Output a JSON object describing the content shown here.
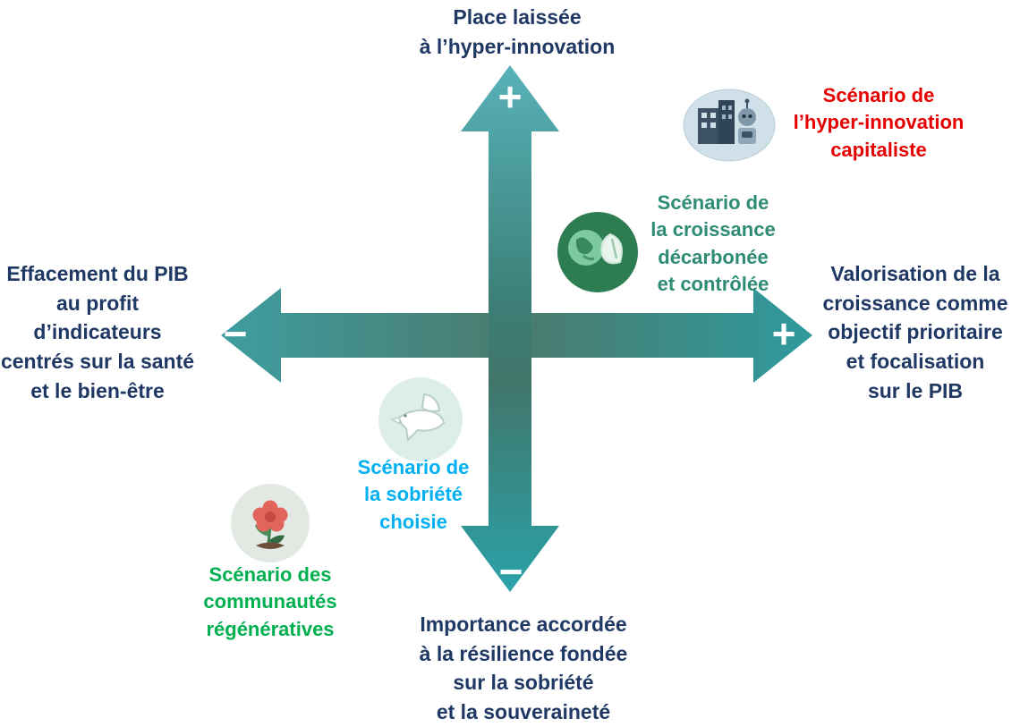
{
  "diagram": {
    "axes": {
      "top": {
        "label": "Place laissée\nà l’hyper-innovation",
        "sign": "+"
      },
      "bottom": {
        "label": "Importance accordée\nà la résilience fondée\nsur la sobriété\net la souveraineté",
        "sign": "−"
      },
      "left": {
        "label": "Effacement du PIB\nau profit\nd’indicateurs\ncentrés sur la santé\net le bien-être",
        "sign": "−"
      },
      "right": {
        "label": "Valorisation de la\ncroissance comme\nobjectif prioritaire\net focalisation\nsur le PIB",
        "sign": "+"
      }
    },
    "scenarios": [
      {
        "id": "hyper-innovation-capitaliste",
        "label": "Scénario de\nl’hyper-innovation\ncapitaliste",
        "color": "#e60000",
        "icon": "factory-robot-icon"
      },
      {
        "id": "croissance-decarbonee",
        "label": "Scénario de\nla croissance\ndécarbonée\net contrôlée",
        "color": "#2e8b74",
        "icon": "earth-leaf-icon"
      },
      {
        "id": "sobriete-choisie",
        "label": "Scénario de\nla sobriété\nchoisie",
        "color": "#00b0f0",
        "icon": "dove-icon"
      },
      {
        "id": "communautes-regeneratives",
        "label": "Scénario des\ncommunautés\nrégénératives",
        "color": "#00b050",
        "icon": "flower-icon"
      }
    ],
    "colors": {
      "axis_text": "#1f3864",
      "sign_text": "#ffffff",
      "arrow_vertical_top": "#58b2b9",
      "arrow_center_dark": "#4b7a6d",
      "arrow_vertical_bottom": "#2aa2a9",
      "arrow_horizontal_left": "#3f9da0",
      "arrow_horizontal_right": "#2f9a9e"
    }
  }
}
